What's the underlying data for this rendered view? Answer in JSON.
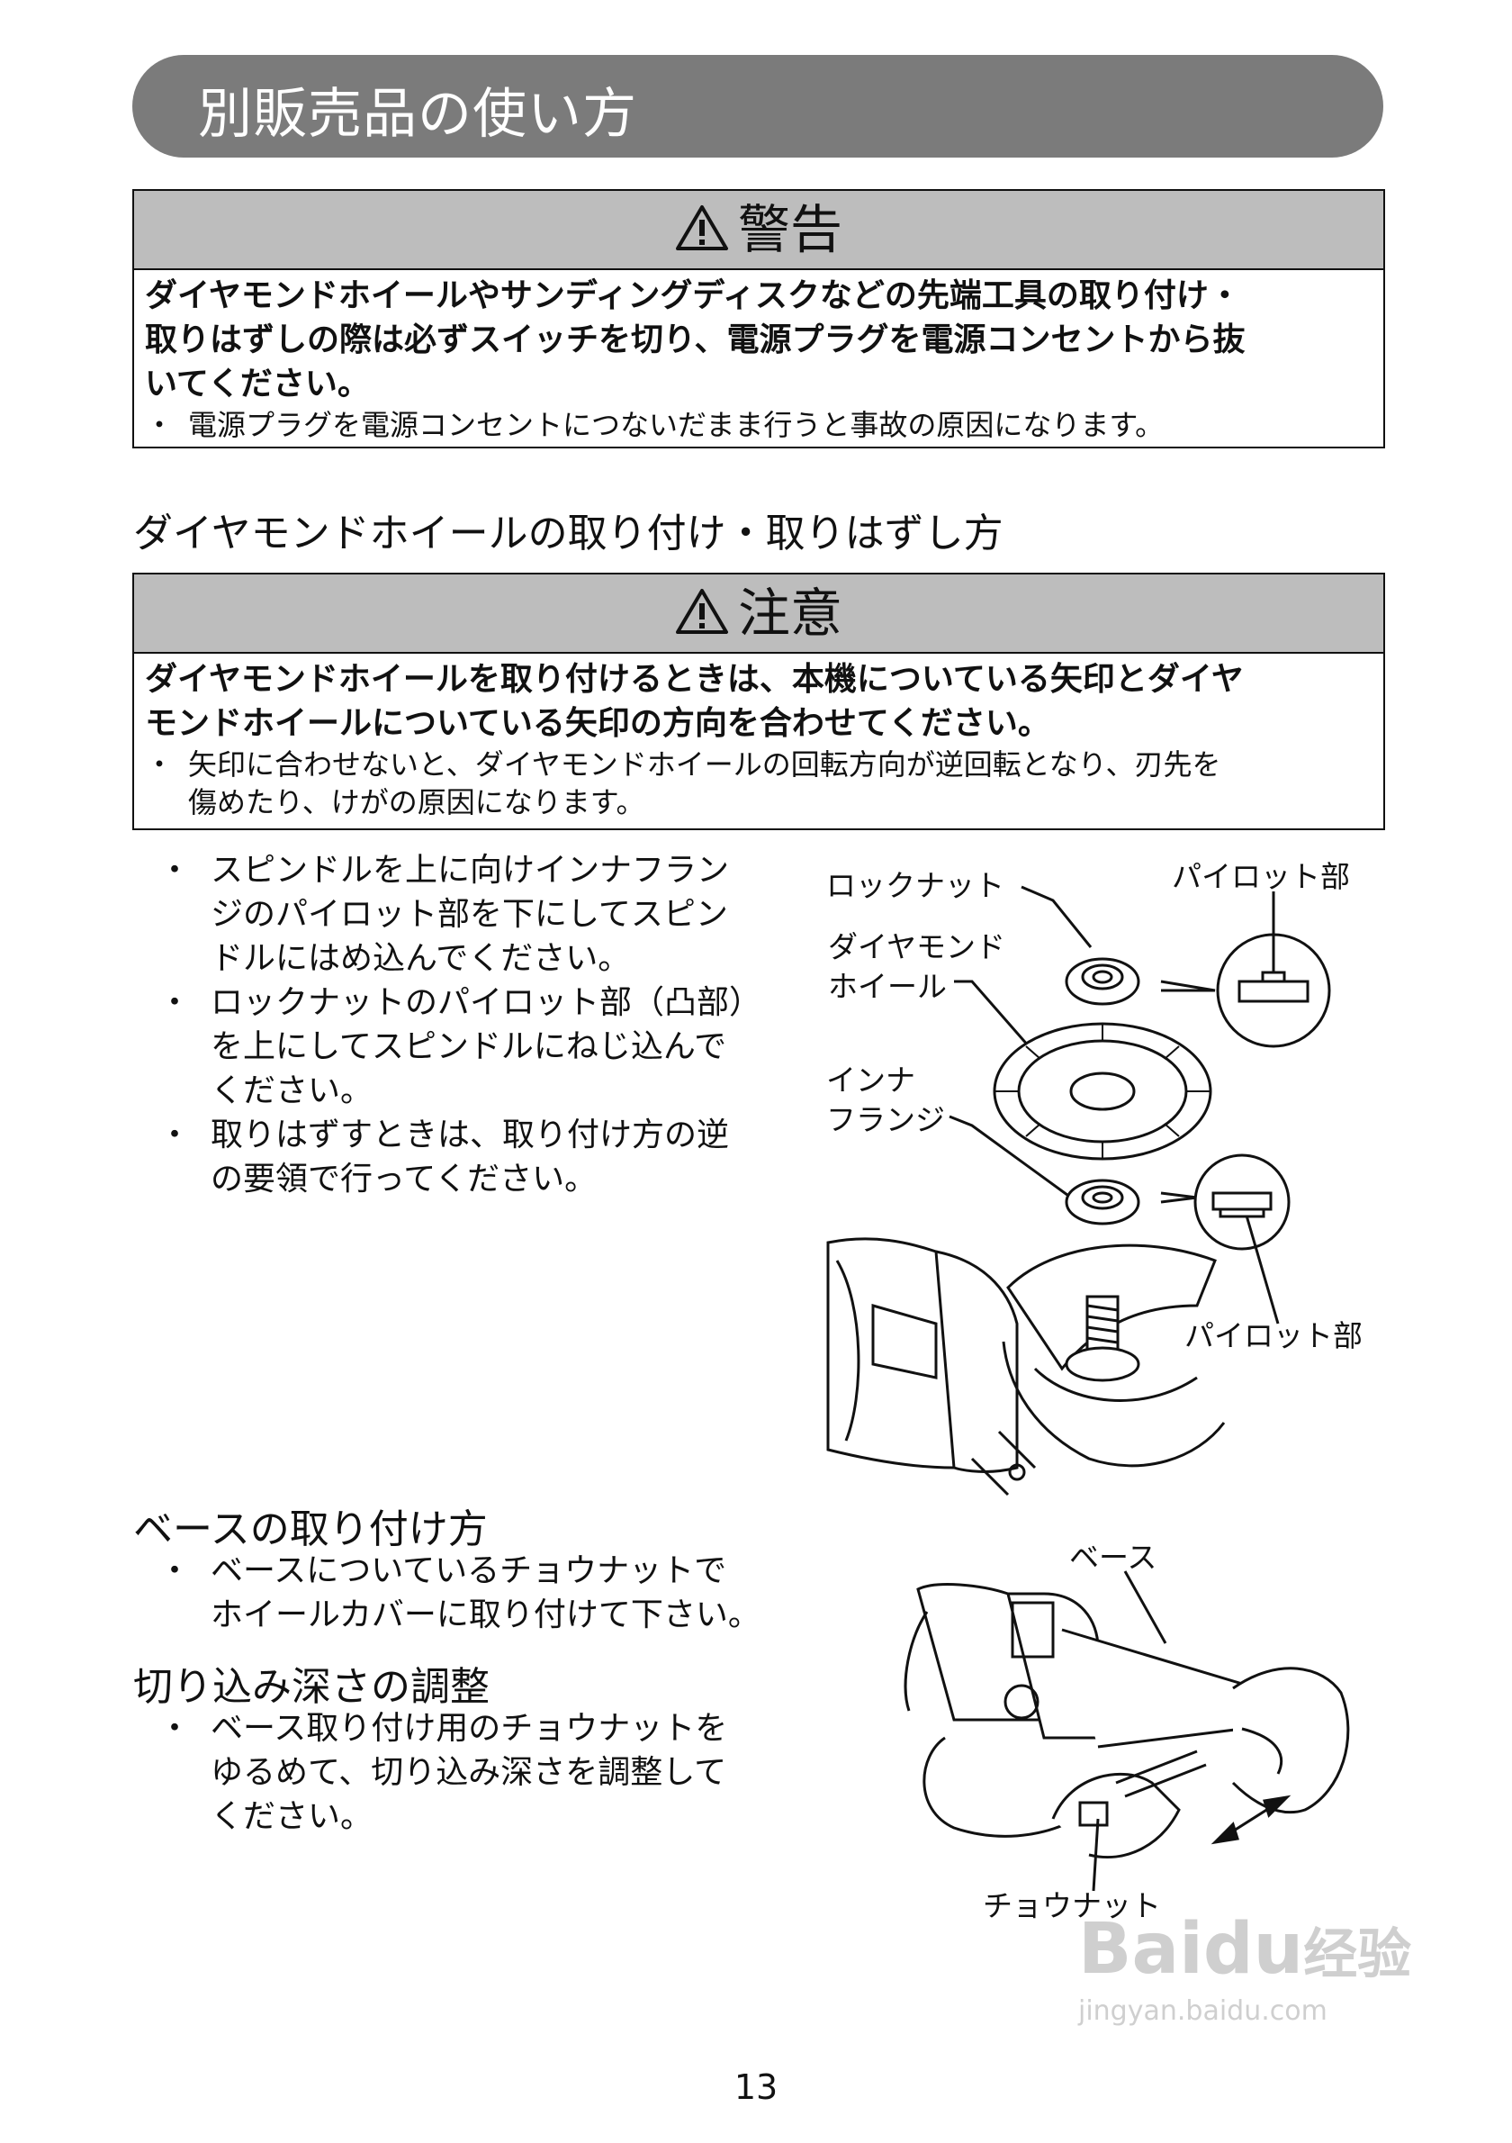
{
  "header": {
    "title": "別販売品の使い方"
  },
  "warning": {
    "icon": "warning-triangle-icon",
    "title": "警告",
    "bold_lines": [
      "ダイヤモンドホイールやサンディングディスクなどの先端工具の取り付け・",
      "取りはずしの際は必ずスイッチを切り、電源プラグを電源コンセントから抜",
      "いてください。"
    ],
    "notes": [
      "電源プラグを電源コンセントにつないだまま行うと事故の原因になります。"
    ]
  },
  "section1": {
    "heading": "ダイヤモンドホイールの取り付け・取りはずし方"
  },
  "caution": {
    "icon": "warning-triangle-icon",
    "title": "注意",
    "bold_lines": [
      "ダイヤモンドホイールを取り付けるときは、本機についている矢印とダイヤ",
      "モンドホイールについている矢印の方向を合わせてください。"
    ],
    "note_lines": [
      "矢印に合わせないと、ダイヤモンドホイールの回転方向が逆回転となり、刃先を",
      "傷めたり、けがの原因になります。"
    ]
  },
  "bullet_mark": "・",
  "steps": [
    [
      "スピンドルを上に向けインナフラン",
      "ジのパイロット部を下にしてスピン",
      "ドルにはめ込んでください。"
    ],
    [
      "ロックナットのパイロット部（凸部）",
      "を上にしてスピンドルにねじ込んで",
      "ください。"
    ],
    [
      "取りはずすときは、取り付け方の逆",
      "の要領で行ってください。"
    ]
  ],
  "figure1_labels": {
    "lock_nut": "ロックナット",
    "diamond_wheel": [
      "ダイヤモンド",
      "ホイール"
    ],
    "inner_flange": [
      "インナ",
      "フランジ"
    ],
    "pilot_top": "パイロット部",
    "pilot_bottom": "パイロット部"
  },
  "section2": {
    "heading": "ベースの取り付け方",
    "lines": [
      "ベースについているチョウナットで",
      "ホイールカバーに取り付けて下さい。"
    ]
  },
  "section3": {
    "heading": "切り込み深さの調整",
    "lines": [
      "ベース取り付け用のチョウナットを",
      "ゆるめて、切り込み深さを調整して",
      "ください。"
    ]
  },
  "figure2_labels": {
    "base": "ベース",
    "wing_nut": "チョウナット"
  },
  "watermark": {
    "brand": "Baidu",
    "brand_cn": "经验",
    "url": "jingyan.baidu.com"
  },
  "page_number": "13"
}
